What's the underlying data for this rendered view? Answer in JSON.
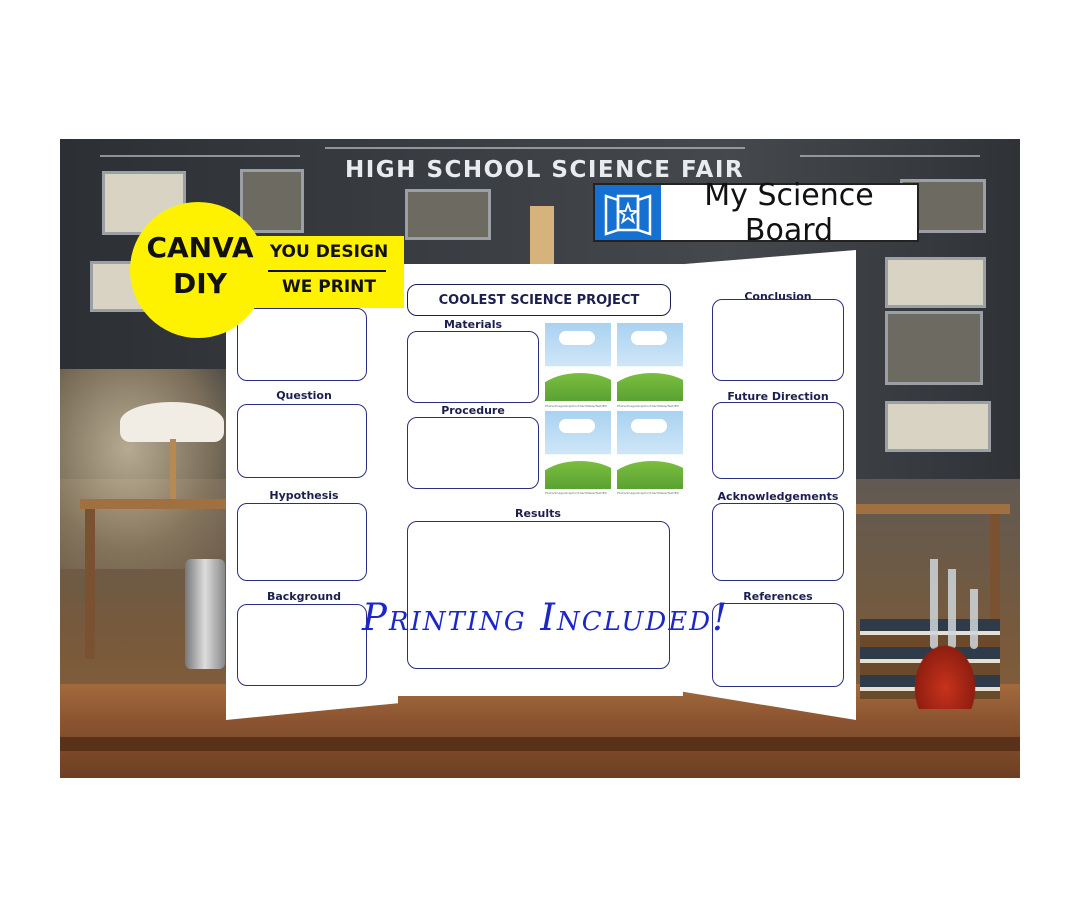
{
  "background": {
    "chalkboard_title": "HIGH SCHOOL SCIENCE FAIR"
  },
  "badges": {
    "canva": "CANVA\nDIY",
    "you_design": "YOU DESIGN",
    "we_print": "WE PRINT"
  },
  "brand": {
    "name": "My Science Board",
    "icon": "trifold-board-star-icon",
    "color": "#1670d2"
  },
  "board": {
    "title": "COOLEST SCIENCE PROJECT",
    "left_panels": [
      "Question",
      "Hypothesis",
      "Background"
    ],
    "center_panels": [
      "Materials",
      "Procedure",
      "Results"
    ],
    "right_panels": [
      "Conclusion",
      "Future Direction",
      "Acknowledgements",
      "References"
    ],
    "photo_caption": "Photo/image/Graphic/Chart/Table/Text/Etc"
  },
  "overlay_text": "Printing Included!",
  "colors": {
    "yellow": "#fff200",
    "navy": "#1b1f4f",
    "overlay_blue": "#1d27c8"
  }
}
